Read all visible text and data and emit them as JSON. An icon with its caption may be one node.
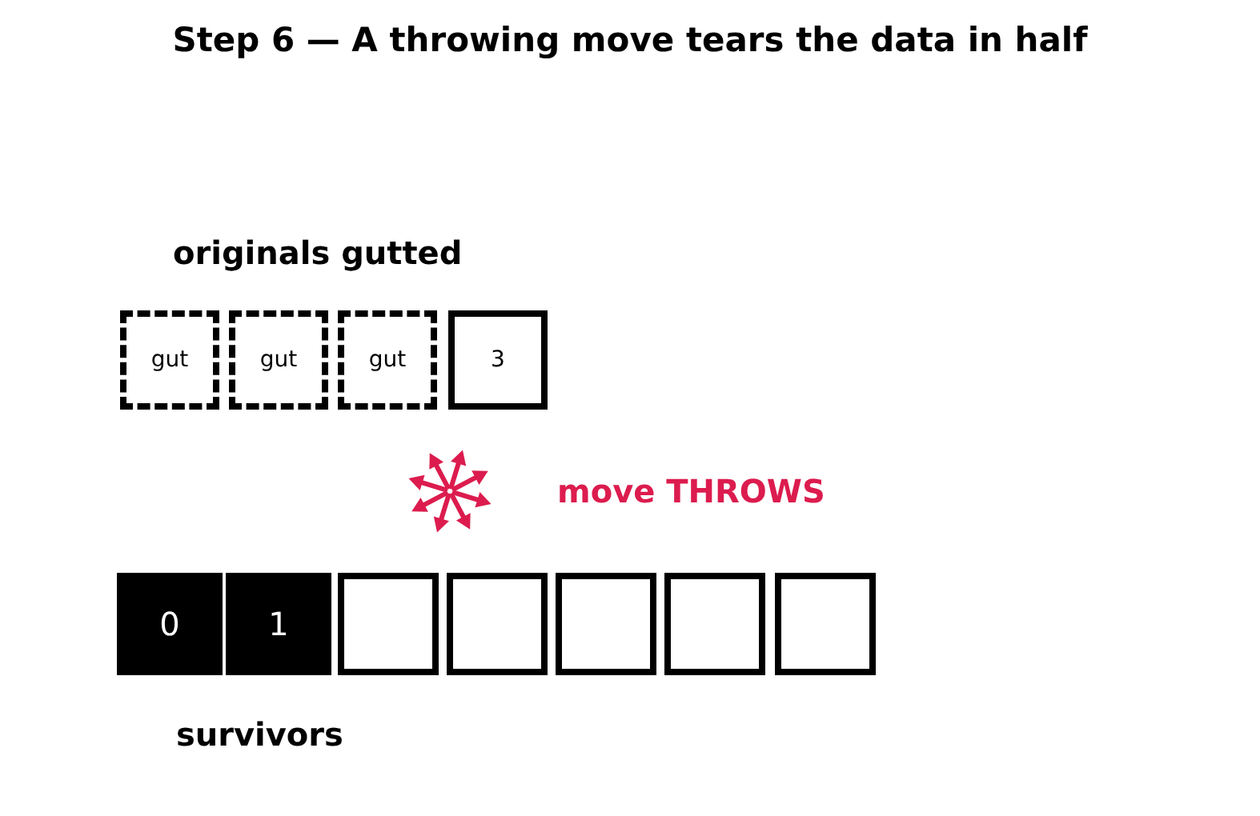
{
  "diagram": {
    "title": "Step 6 — A throwing move tears the data in half",
    "nodes": [
      {
        "text": [
          "gut"
        ]
      },
      {
        "text": [
          "gut"
        ]
      },
      {
        "text": [
          "gut"
        ]
      },
      {
        "text": [
          "3"
        ]
      },
      {
        "text": [
          "0"
        ]
      },
      {
        "text": [
          "1"
        ]
      },
      {
        "text": [],
        "shape": "box"
      },
      {
        "text": [],
        "shape": "box"
      },
      {
        "text": [],
        "shape": "box"
      },
      {
        "text": [],
        "shape": "box"
      },
      {
        "text": [],
        "shape": "box"
      }
    ],
    "labels": [
      "originals gutted",
      "move THROWS",
      "survivors"
    ]
  }
}
